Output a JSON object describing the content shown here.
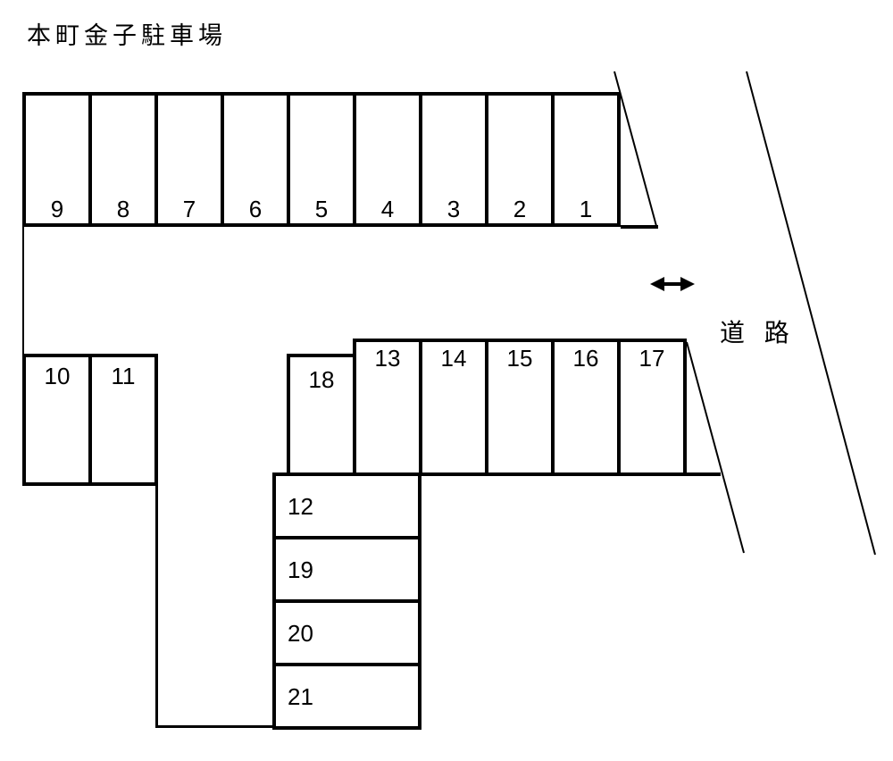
{
  "title": "本町金子駐車場",
  "road": {
    "label": "道 路"
  },
  "icons": {
    "two_way_arrow": "double-headed-horizontal-arrow",
    "road_edges": "diagonal-road-boundary-lines"
  },
  "colors": {
    "line": "#000000",
    "background": "#ffffff"
  },
  "spaces": {
    "top_row": [
      "9",
      "8",
      "7",
      "6",
      "5",
      "4",
      "3",
      "2",
      "1"
    ],
    "left_pair": [
      "10",
      "11"
    ],
    "island_single": [
      "18"
    ],
    "island_row": [
      "13",
      "14",
      "15",
      "16",
      "17"
    ],
    "south_stack": [
      "12",
      "19",
      "20",
      "21"
    ]
  }
}
